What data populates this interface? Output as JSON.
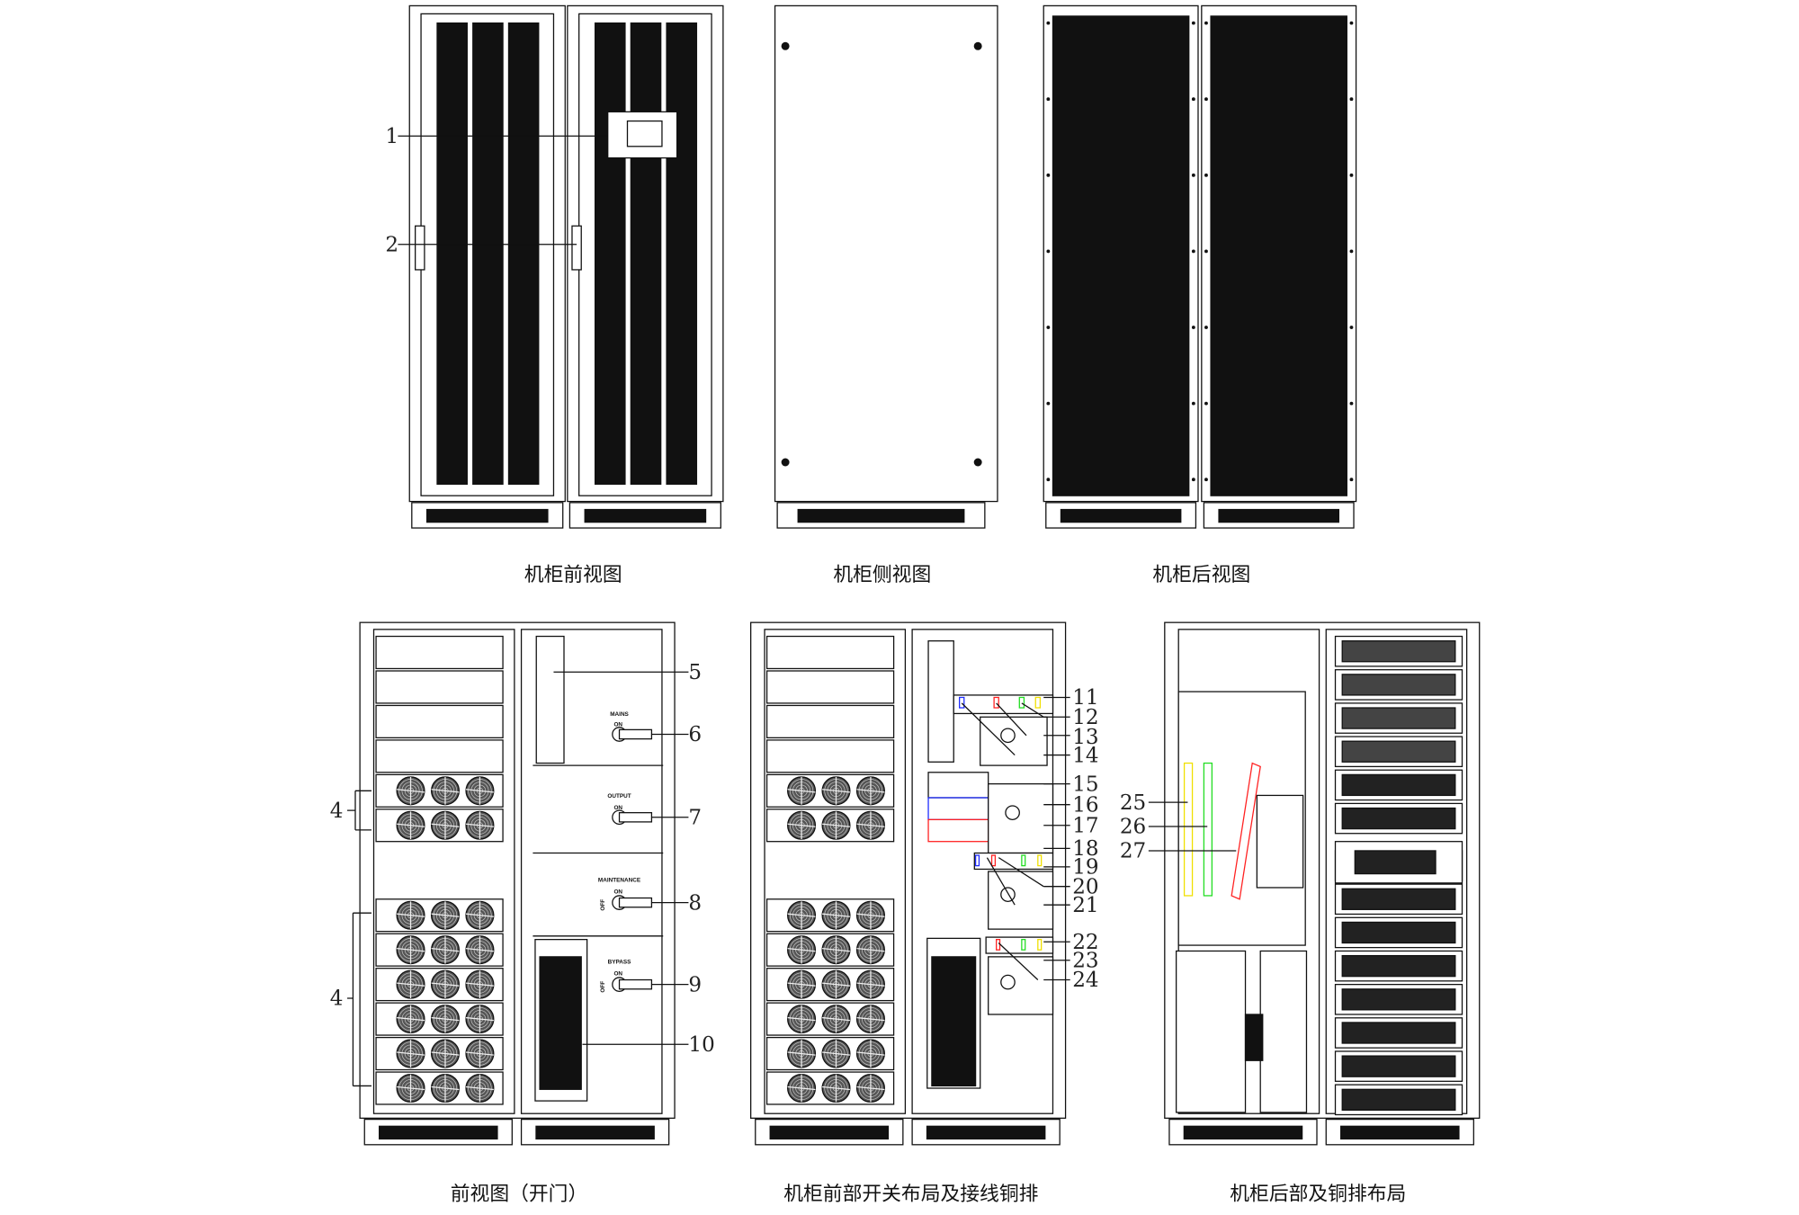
{
  "captions": {
    "front_view": "机柜前视图",
    "side_view": "机柜侧视图",
    "rear_view": "机柜后视图",
    "front_open": "前视图（开门）",
    "front_switch_layout": "机柜前部开关布局及接线铜排",
    "rear_busbar_layout": "机柜后部及铜排布局"
  },
  "callouts": {
    "n1": "1",
    "n2": "2",
    "n4a": "4",
    "n4b": "4",
    "n5": "5",
    "n6": "6",
    "n7": "7",
    "n8": "8",
    "n9": "9",
    "n10": "10",
    "n11": "11",
    "n12": "12",
    "n13": "13",
    "n14": "14",
    "n15": "15",
    "n16": "16",
    "n17": "17",
    "n18": "18",
    "n19": "19",
    "n20": "20",
    "n21": "21",
    "n22": "22",
    "n23": "23",
    "n24": "24",
    "n25": "25",
    "n26": "26",
    "n27": "27"
  },
  "switches": {
    "mains": "MAINS",
    "output": "OUTPUT",
    "maintenance": "MAINTENANCE",
    "bypass": "BYPASS",
    "on": "ON",
    "off": "OFF"
  },
  "busbar_colors": {
    "blue": "#1e2cff",
    "red": "#ff2020",
    "green": "#22dd22",
    "yellow": "#f0e000"
  }
}
